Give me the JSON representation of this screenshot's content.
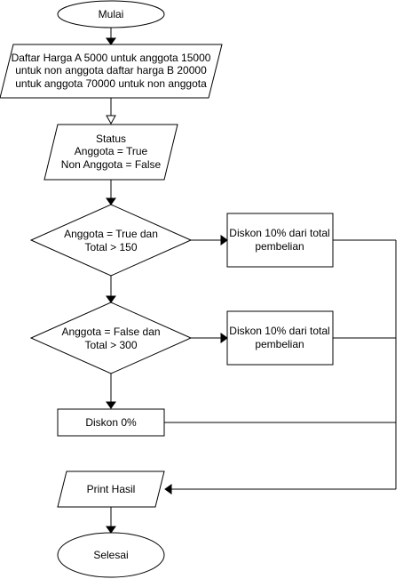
{
  "nodes": {
    "start": "Mulai",
    "input_prices": {
      "line1": "Daftar Harga A 5000 untuk anggota 15000",
      "line2": "untuk non anggota daftar harga B 20000",
      "line3": "untuk anggota 70000 untuk non anggota"
    },
    "input_status": {
      "line1": "Status",
      "line2": "Anggota = True",
      "line3": "Non Anggota = False"
    },
    "decision_member": {
      "line1": "Anggota = True dan",
      "line2": "Total > 150"
    },
    "discount_member": {
      "line1": "Diskon 10% dari total",
      "line2": "pembelian"
    },
    "decision_nonmember": {
      "line1": "Anggota = False dan",
      "line2": "Total > 300"
    },
    "discount_nonmember": {
      "line1": "Diskon 10% dari total",
      "line2": "pembelian"
    },
    "discount_zero": "Diskon 0%",
    "output": "Print Hasil",
    "end": "Selesai"
  }
}
